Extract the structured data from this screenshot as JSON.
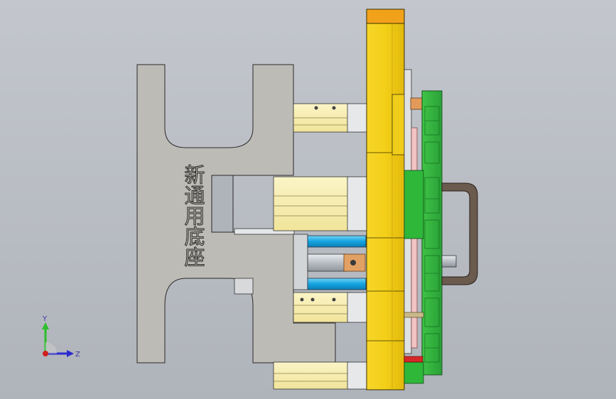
{
  "plate_engraving": "新通用底座",
  "triad": {
    "y_label": "Y",
    "z_label": "Z"
  },
  "colors": {
    "background_top": "#c3c7cd",
    "background_bottom": "#afb3ba",
    "base_plate": "#bdbbb6",
    "yellow_block": "#f5d21c",
    "green_part": "#2fbf3a",
    "blue_rod": "#1aa7e0",
    "handle": "#6b5a4e"
  }
}
